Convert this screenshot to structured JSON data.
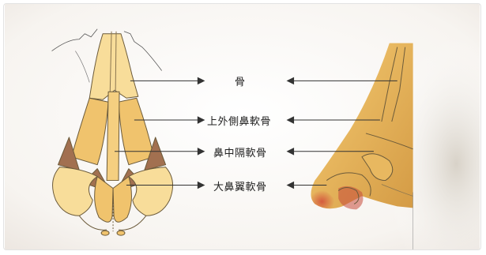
{
  "labels": {
    "bone": "骨",
    "upper_lateral_cartilage": "上外側鼻軟骨",
    "septal_cartilage": "鼻中隔軟骨",
    "lower_lateral_cartilage": "大鼻翼軟骨"
  },
  "colors": {
    "cartilage": "#f0c36d",
    "cartilage_light": "#f8dd9a",
    "outline": "#6b5a3a",
    "skin_shadow": "#d9a34d",
    "brown": "#a27050",
    "nostril_red": "#c64b3a"
  }
}
